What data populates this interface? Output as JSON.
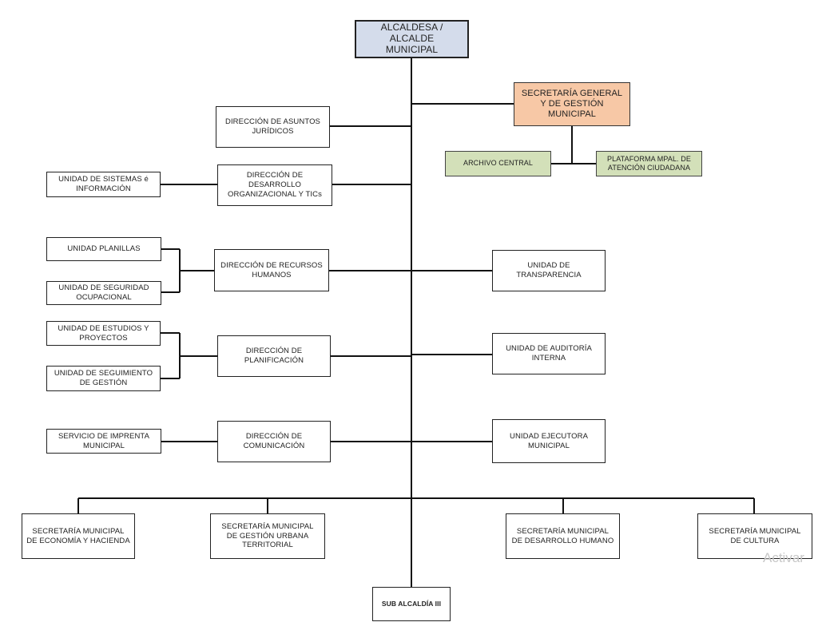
{
  "org_chart": {
    "top": "ALCALDESA /\nALCALDE\nMUNICIPAL",
    "secretaria_general": "SECRETARÍA GENERAL\nY DE GESTIÓN\nMUNICIPAL",
    "archivo_central": "ARCHIVO CENTRAL",
    "plataforma": "PLATAFORMA MPAL. DE\nATENCIÓN CIUDADANA",
    "dir_juridicos": "DIRECCIÓN DE ASUNTOS\nJURÍDICOS",
    "dir_desarrollo": "DIRECCIÓN DE\nDESARROLLO\nORGANIZACIONAL Y TICs",
    "unidad_sistemas": "UNIDAD DE SISTEMAS é\nINFORMACIÓN",
    "unidad_planillas": "UNIDAD PLANILLAS",
    "unidad_seguridad": "UNIDAD DE SEGURIDAD\nOCUPACIONAL",
    "dir_rrhh": "DIRECCIÓN DE RECURSOS\nHUMANOS",
    "unidad_transparencia": "UNIDAD DE\nTRANSPARENCIA",
    "unidad_estudios": "UNIDAD DE ESTUDIOS Y\nPROYECTOS",
    "unidad_seguimiento": "UNIDAD DE SEGUIMIENTO\nDE GESTIÓN",
    "dir_planificacion": "DIRECCIÓN DE\nPLANIFICACIÓN",
    "unidad_auditoria": "UNIDAD DE AUDITORÍA\nINTERNA",
    "servicio_imprenta": "SERVICIO DE IMPRENTA\nMUNICIPAL",
    "dir_comunicacion": "DIRECCIÓN DE\nCOMUNICACIÓN",
    "unidad_ejecutora": "UNIDAD EJECUTORA\nMUNICIPAL",
    "sec_economia": "SECRETARÍA MUNICIPAL\nDE ECONOMÍA Y HACIENDA",
    "sec_gestion_urbana": "SECRETARÍA MUNICIPAL\nDE GESTIÓN URBANA\nTERRITORIAL",
    "sec_desarrollo_humano": "SECRETARÍA MUNICIPAL\nDE DESARROLLO HUMANO",
    "sec_cultura": "SECRETARÍA MUNICIPAL\nDE CULTURA",
    "sub_alcaldia": "SUB ALCALDÍA III"
  },
  "watermark": "Activar",
  "colors": {
    "top_fill": "#d4dceb",
    "secretaria_general_fill": "#f7c8a6",
    "green_fill": "#d3e0b9",
    "line": "#111111"
  }
}
